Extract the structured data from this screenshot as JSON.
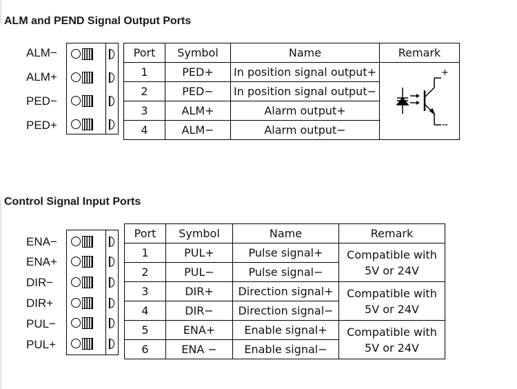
{
  "sections": [
    {
      "title": "ALM and PEND Signal Output Ports",
      "terminals": [
        "ALM−",
        "ALM+",
        "PED−",
        "PED+"
      ],
      "table": {
        "headers": [
          "Port",
          "Symbol",
          "Name",
          "Remark"
        ],
        "rows": [
          {
            "port": "1",
            "symbol": "PED+",
            "name": "In position signal output+"
          },
          {
            "port": "2",
            "symbol": "PED−",
            "name": "In position signal output−"
          },
          {
            "port": "3",
            "symbol": "ALM+",
            "name": "Alarm output+"
          },
          {
            "port": "4",
            "symbol": "ALM−",
            "name": "Alarm output−"
          }
        ],
        "remark": {
          "icon": "optocoupler-icon",
          "plus": "+",
          "minus": "−"
        }
      }
    },
    {
      "title": "Control Signal Input Ports",
      "terminals": [
        "ENA−",
        "ENA+",
        "DIR−",
        "DIR+",
        "PUL−",
        "PUL+"
      ],
      "table": {
        "headers": [
          "Port",
          "Symbol",
          "Name",
          "Remark"
        ],
        "rows": [
          {
            "port": "1",
            "symbol": "PUL+",
            "name": "Pulse signal+"
          },
          {
            "port": "2",
            "symbol": "PUL−",
            "name": "Pulse signal−"
          },
          {
            "port": "3",
            "symbol": "DIR+",
            "name": "Direction signal+"
          },
          {
            "port": "4",
            "symbol": "DIR−",
            "name": "Direction signal−"
          },
          {
            "port": "5",
            "symbol": "ENA+",
            "name": "Enable signal+"
          },
          {
            "port": "6",
            "symbol": "ENA −",
            "name": "Enable signal−"
          }
        ],
        "remarks": [
          {
            "line1": "Compatible with",
            "line2": "5V or 24V"
          },
          {
            "line1": "Compatible with",
            "line2": "5V or 24V"
          },
          {
            "line1": "Compatible with",
            "line2": "5V or 24V"
          }
        ]
      }
    }
  ]
}
